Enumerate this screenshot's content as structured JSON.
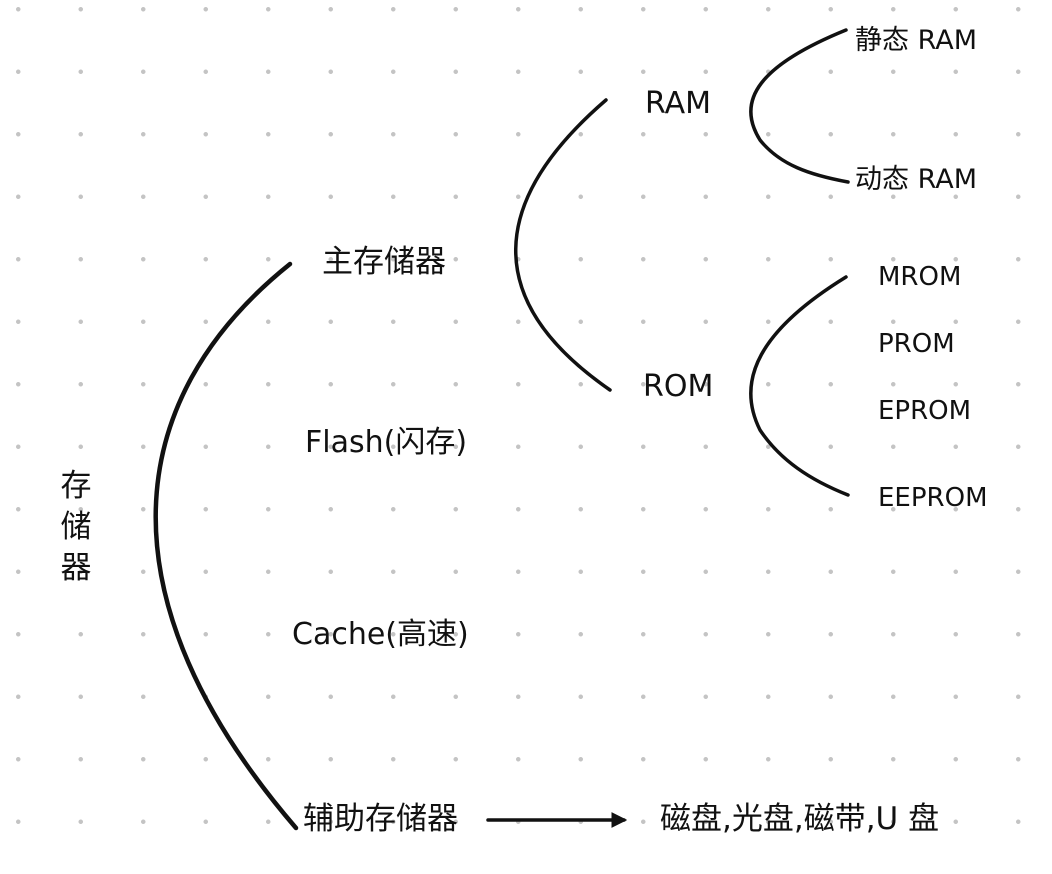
{
  "root": {
    "label": "存储器",
    "chars": [
      "存",
      "储",
      "器"
    ]
  },
  "level1": {
    "main": "主存储器",
    "flash": "Flash(闪存)",
    "cache": "Cache(高速)",
    "auxiliary": "辅助存储器"
  },
  "main_children": {
    "ram": "RAM",
    "rom": "ROM"
  },
  "ram_children": {
    "static": "静态 RAM",
    "dynamic": "动态 RAM"
  },
  "rom_children": {
    "mrom": "MROM",
    "prom": "PROM",
    "eprom": "EPROM",
    "eeprom": "EEPROM"
  },
  "auxiliary_examples": "磁盘,光盘,磁带,U 盘",
  "colors": {
    "ink": "#111111",
    "grid_dot": "#c4c4c4",
    "background": "#ffffff"
  }
}
